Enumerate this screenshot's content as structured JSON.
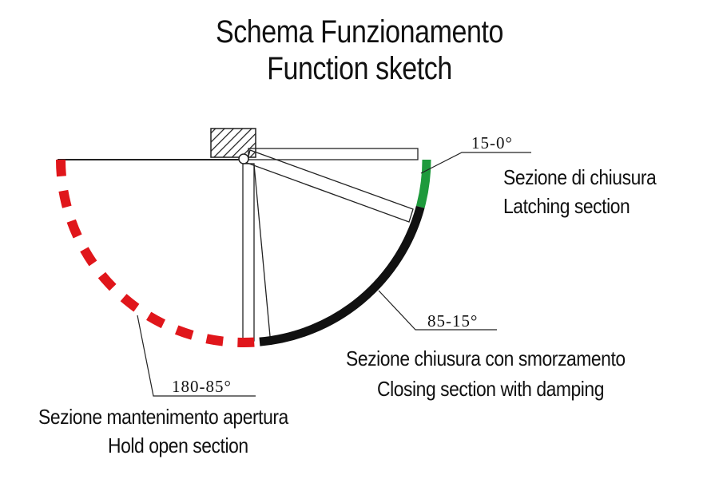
{
  "title": {
    "line1": "Schema Funzionamento",
    "line2": "Function sketch"
  },
  "sections": [
    {
      "id": "latching",
      "angle": "15-0°",
      "label_it": "Sezione di chiusura",
      "label_en": "Latching section",
      "color": "#1e9a3c",
      "from_deg": 0,
      "to_deg": 15
    },
    {
      "id": "closing",
      "angle": "85-15°",
      "label_it": "Sezione chiusura con smorzamento",
      "label_en": "Closing section with damping",
      "color": "#111111",
      "from_deg": 15,
      "to_deg": 85
    },
    {
      "id": "hold",
      "angle": "180-85°",
      "label_it": "Sezione mantenimento apertura",
      "label_en": "Hold open section",
      "color": "#e0161b",
      "from_deg": 85,
      "to_deg": 180
    }
  ]
}
